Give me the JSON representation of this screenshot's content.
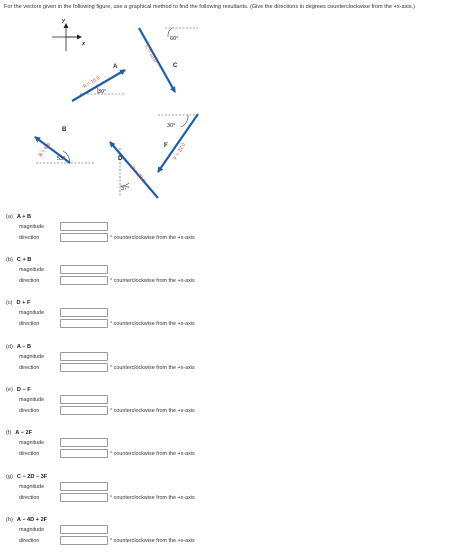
{
  "prompt": "For the vectors given in the following figure, use a graphical method to find the following resultants. (Give the directions in degrees counterclockwise from the +x-axis.)",
  "figure": {
    "axes": {
      "x": "x",
      "y": "y"
    },
    "vectors": [
      {
        "symbol": "A",
        "magnitude_label": "A = 10.0",
        "angle_label": "30°",
        "color": "#1f5fa8"
      },
      {
        "symbol": "B",
        "magnitude_label": "B = 6.5",
        "angle_label": "53°",
        "color": "#1f5fa8"
      },
      {
        "symbol": "C",
        "magnitude_label": "C = 12.0",
        "angle_label": "60°",
        "color": "#1f5fa8"
      },
      {
        "symbol": "D",
        "magnitude_label": "D = 22.0",
        "angle_label": "37°",
        "color": "#1f5fa8"
      },
      {
        "symbol": "F",
        "magnitude_label": "F = 22.0",
        "angle_label": "30°",
        "color": "#1f5fa8"
      }
    ],
    "label_color": "#d9322a"
  },
  "labels": {
    "magnitude": "magnitude",
    "direction": "direction",
    "unit": "° counterclockwise from the +x-axis"
  },
  "parts": [
    {
      "label": "(a)",
      "expr": "A + B"
    },
    {
      "label": "(b)",
      "expr": "C + B"
    },
    {
      "label": "(c)",
      "expr": "D + F"
    },
    {
      "label": "(d)",
      "expr": "A − B"
    },
    {
      "label": "(e)",
      "expr": "D − F"
    },
    {
      "label": "(f)",
      "expr": "A − 2F"
    },
    {
      "label": "(g)",
      "expr": "C − 2D − 3F"
    },
    {
      "label": "(h)",
      "expr": "A − 4D + 2F"
    }
  ]
}
